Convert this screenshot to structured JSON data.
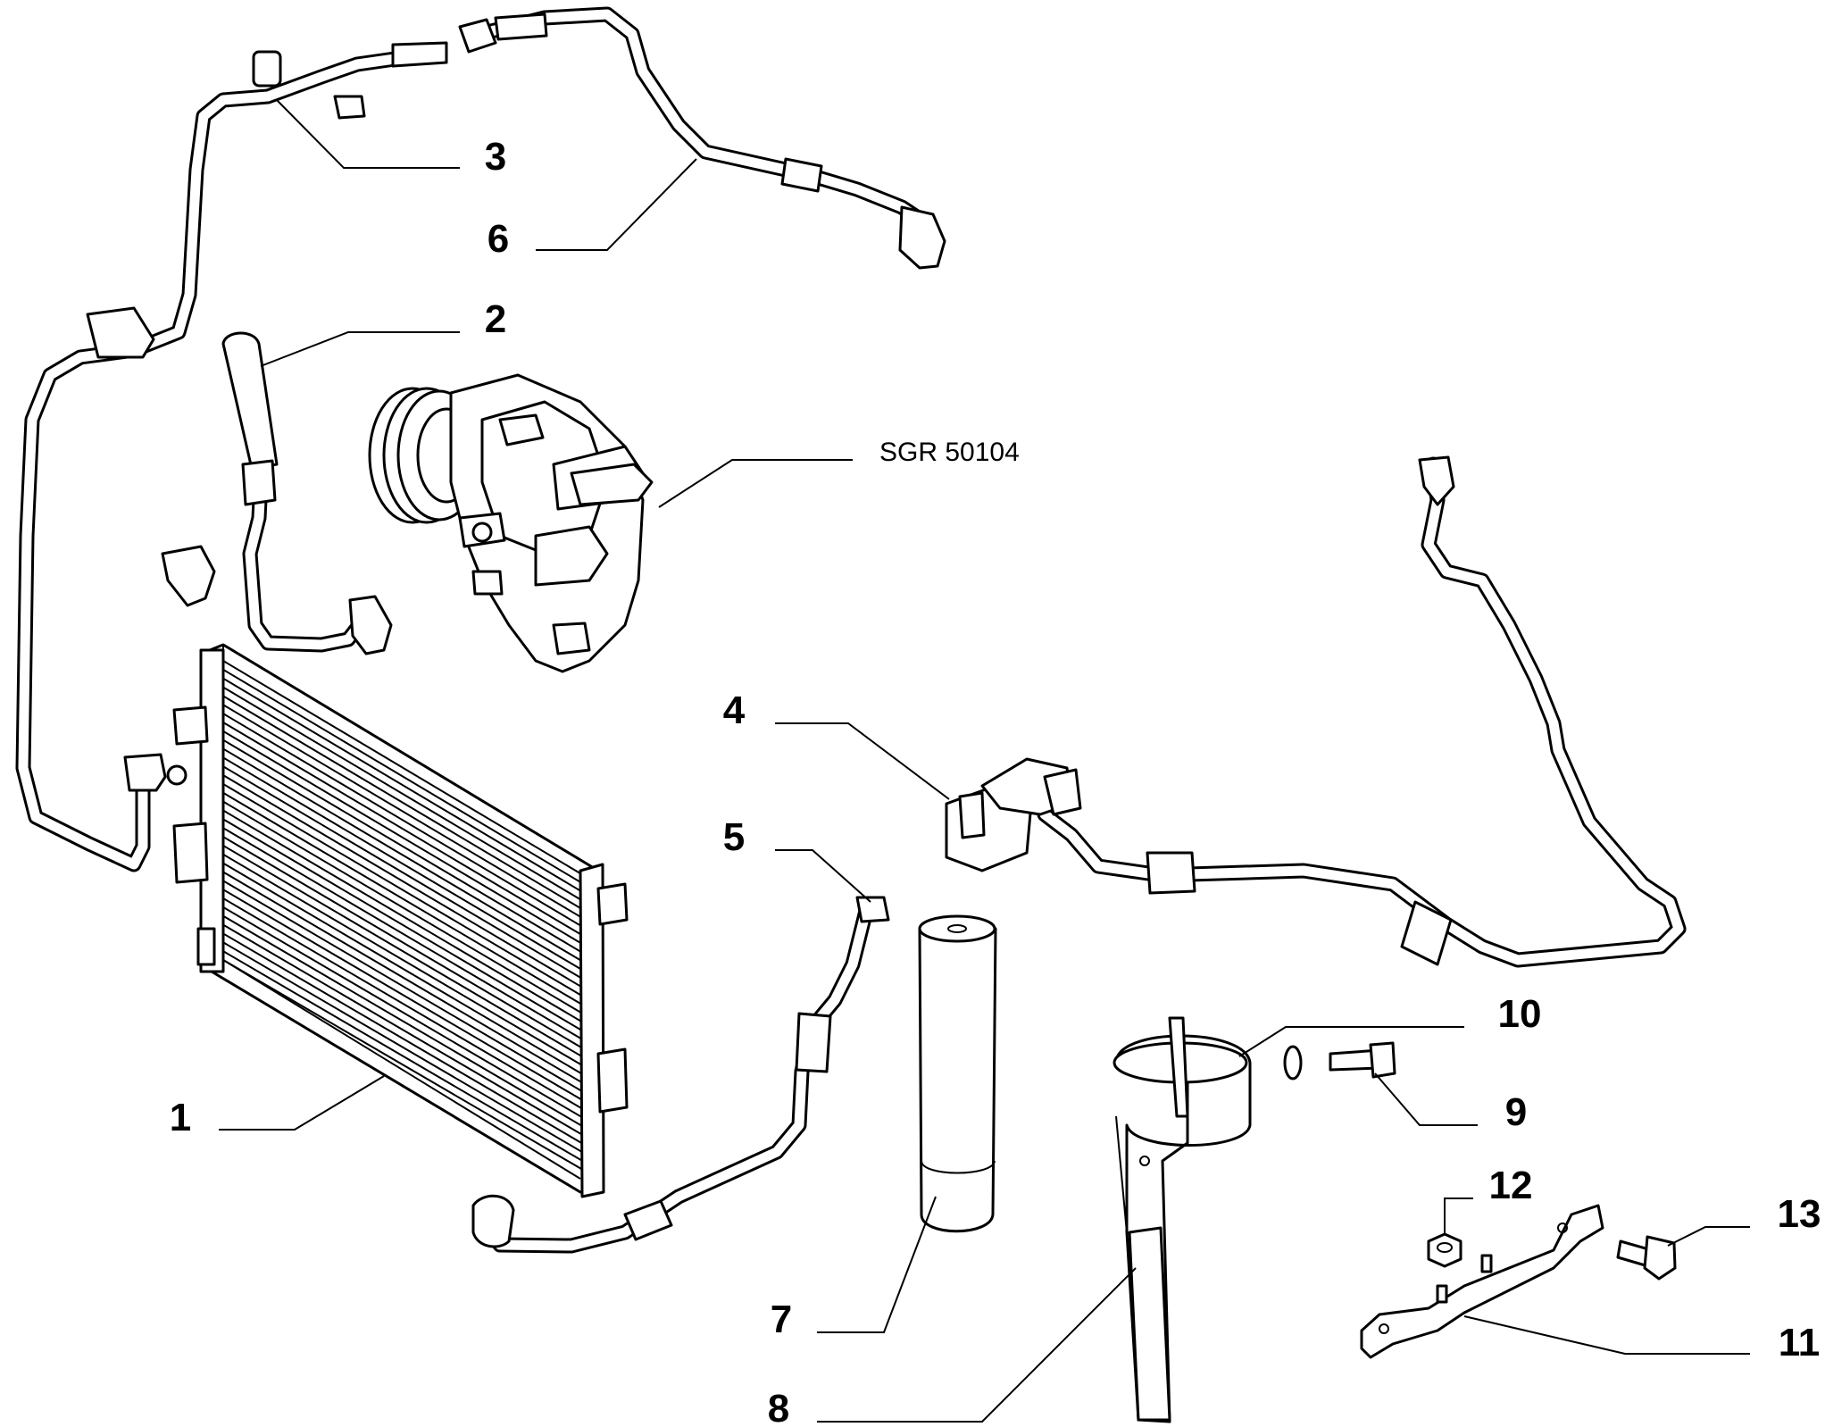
{
  "callouts": [
    {
      "label": "1"
    },
    {
      "label": "2"
    },
    {
      "label": "3"
    },
    {
      "label": "4"
    },
    {
      "label": "5"
    },
    {
      "label": "6"
    },
    {
      "label": "7"
    },
    {
      "label": "8"
    },
    {
      "label": "9"
    },
    {
      "label": "10"
    },
    {
      "label": "11"
    },
    {
      "label": "12"
    },
    {
      "label": "13"
    }
  ],
  "reference": {
    "label": "SGR 50104"
  }
}
